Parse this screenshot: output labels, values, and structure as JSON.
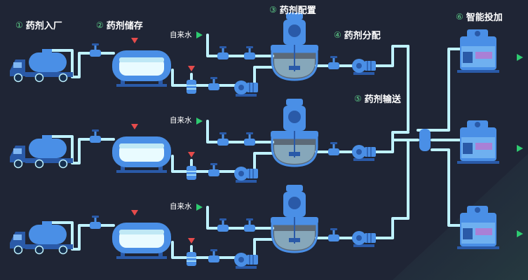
{
  "steps": [
    {
      "num": "①",
      "label": "药剂入厂"
    },
    {
      "num": "②",
      "label": "药剂储存"
    },
    {
      "num": "③",
      "label": "药剂配置"
    },
    {
      "num": "④",
      "label": "药剂分配"
    },
    {
      "num": "⑤",
      "label": "药剂输送"
    },
    {
      "num": "⑥",
      "label": "智能投加"
    }
  ],
  "water_label": "自来水",
  "colors": {
    "background": "#1f2535",
    "pipe": "#bff2ff",
    "equipment_blue": "#4a8fe6",
    "equipment_dark": "#2a5aa8",
    "liquid": "#e9fbff",
    "arrow_green": "#2ecc71",
    "valve_red": "#e54b4b",
    "step_number_green": "#5fd08a"
  },
  "icons": [
    "tanker-truck-icon",
    "storage-tank-icon",
    "pump-icon",
    "valve-icon",
    "filter-icon",
    "mixing-reactor-icon",
    "manifold-icon",
    "dosing-unit-icon",
    "flow-arrow-icon",
    "alarm-marker-icon"
  ]
}
